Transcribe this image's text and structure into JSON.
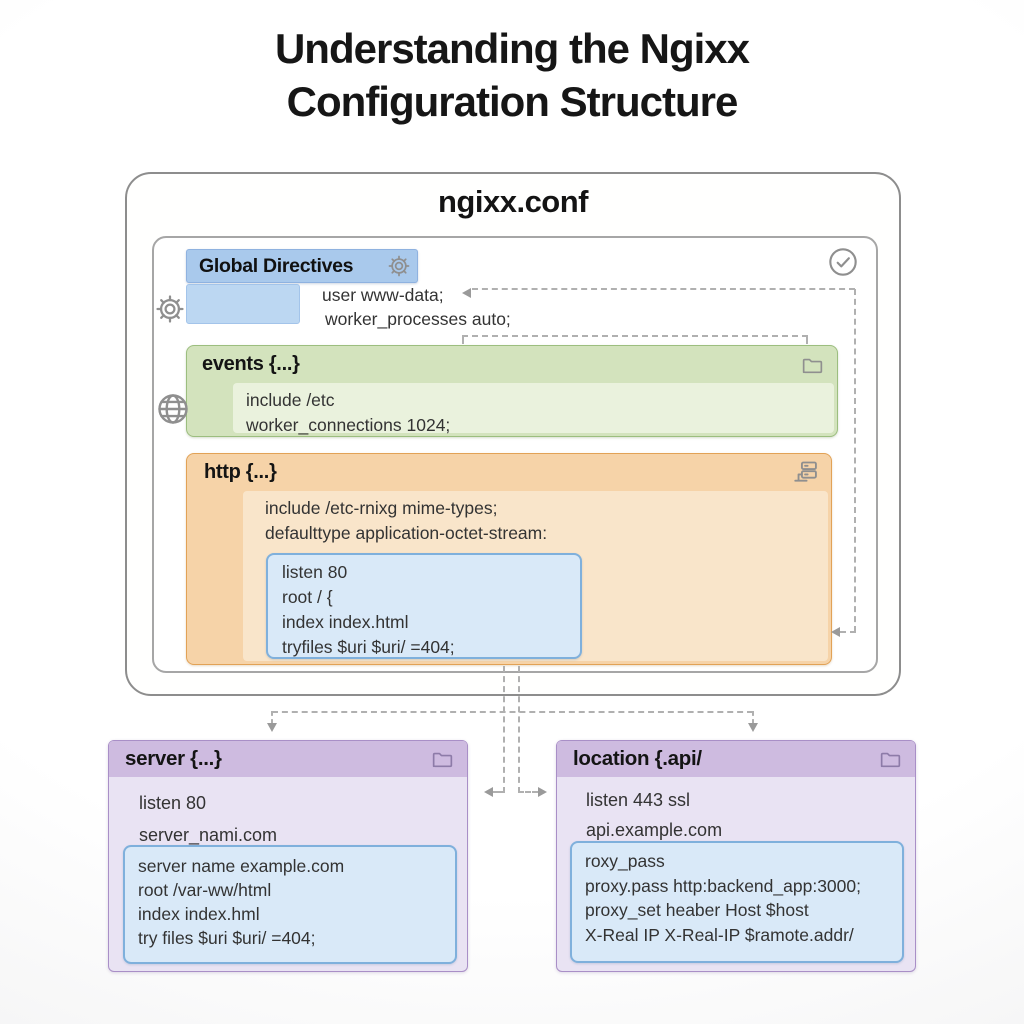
{
  "title": {
    "line1": "Understanding the Ngixx",
    "line2": "Configuration Structure"
  },
  "conf_card": {
    "title": "ngixx.conf",
    "global_directives": {
      "label": "Global Directives",
      "lines": [
        "user www-data;",
        "worker_processes auto;"
      ]
    },
    "events_block": {
      "label": "events {...}",
      "lines": [
        "include /etc",
        "worker_connections 1024;"
      ]
    },
    "http_block": {
      "label": "http {...}",
      "lines": [
        "include /etc-rnixg mime-types;",
        "defaulttype application-octet-stream:"
      ],
      "code_box": [
        "listen 80",
        "root / {",
        "index index.html",
        "tryfiles $uri $uri/ =404;"
      ]
    }
  },
  "server_block": {
    "label": "server {...}",
    "lines": [
      "listen 80",
      "server_nami.com"
    ],
    "code_box": [
      "server name example.com",
      "root /var-ww/html",
      "index index.hml",
      "try files $uri $uri/ =404;"
    ]
  },
  "location_block": {
    "label": "location {.api/",
    "lines": [
      "listen 443 ssl",
      "api.example.com"
    ],
    "code_box": [
      "roxy_pass",
      "proxy.pass http:backend_app:3000;",
      "proxy_set heaber Host $host",
      "X-Real IP X-Real-IP $ramote.addr/"
    ]
  },
  "icons": {
    "gear": "gear-icon",
    "globe": "globe-icon",
    "folder": "folder-icon",
    "server_stack": "server-stack-icon",
    "check_circle": "check-circle-icon"
  },
  "colors": {
    "blue_header": "#a9c9ec",
    "blue_sub": "#bcd7f2",
    "green_header": "#cfe3bb",
    "green_border": "#9cbe7f",
    "orange_header": "#f3c691",
    "orange_border": "#e2a256",
    "purple_header": "#cebbe0",
    "purple_border": "#a98fc7",
    "code_box_bg": "#d9e9f8",
    "code_box_border": "#7fb0dc",
    "connector_gray": "#b0b0b0"
  }
}
